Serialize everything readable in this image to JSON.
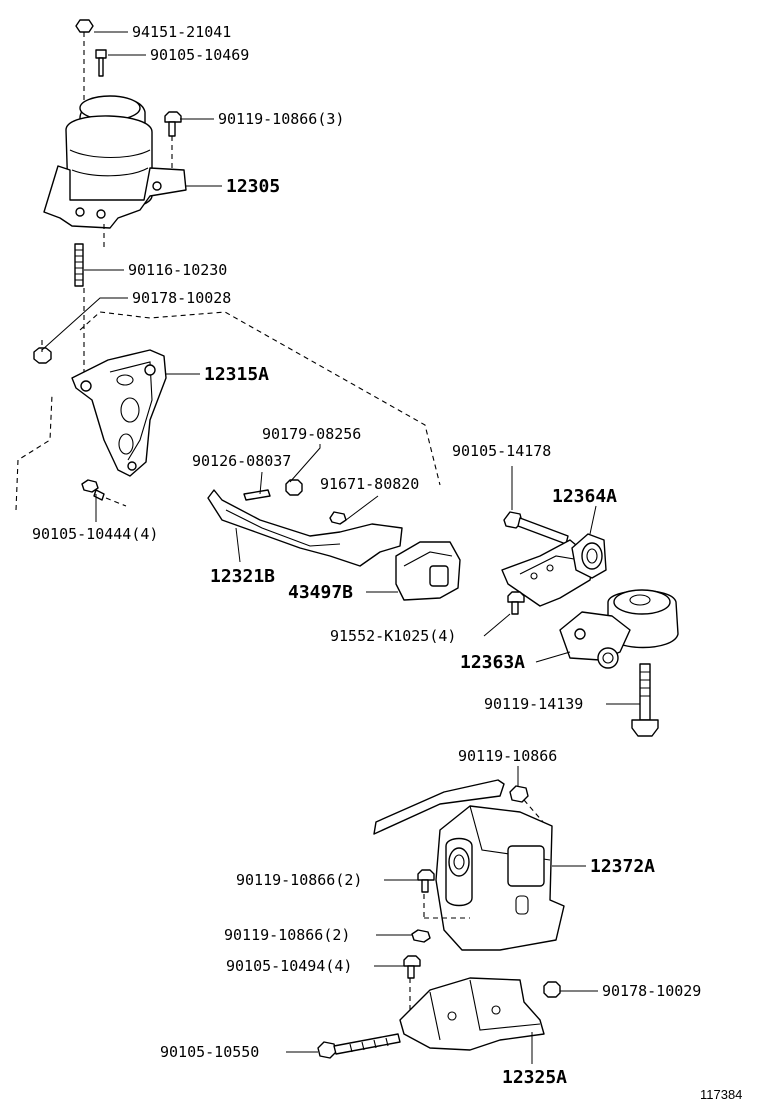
{
  "labels": {
    "l1": "94151-21041",
    "l2": "90105-10469",
    "l3": "90119-10866(3)",
    "l4": "12305",
    "l5": "90116-10230",
    "l6": "90178-10028",
    "l7": "12315A",
    "l8": "90179-08256",
    "l9": "90126-08037",
    "l10": "91671-80820",
    "l11": "90105-14178",
    "l12": "12364A",
    "l13": "90105-10444(4)",
    "l14": "12321B",
    "l15": "43497B",
    "l16": "91552-K1025(4)",
    "l17": "12363A",
    "l18": "90119-14139",
    "l19": "90119-10866",
    "l20": "12372A",
    "l21": "90119-10866(2)",
    "l22": "90119-10866(2)",
    "l23": "90105-10494(4)",
    "l24": "90178-10029",
    "l25": "90105-10550",
    "l26": "12325A",
    "fig": "117384"
  }
}
